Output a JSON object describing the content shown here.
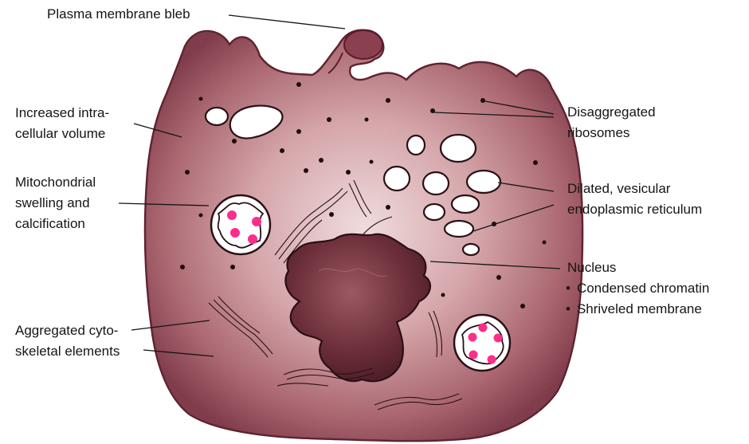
{
  "labels": {
    "bleb": "Plasma membrane bleb",
    "volume_1": "Increased intra-",
    "volume_2": "cellular volume",
    "mito_1": "Mitochondrial",
    "mito_2": "swelling and",
    "mito_3": "calcification",
    "cyto_1": "Aggregated cyto-",
    "cyto_2": "skeletal elements",
    "ribo_1": "Disaggregated",
    "ribo_2": "ribosomes",
    "er_1": "Dilated, vesicular",
    "er_2": "endoplasmic reticulum",
    "nucleus": "Nucleus",
    "nuc_b1": "Condensed chromatin",
    "nuc_b2": "Shriveled membrane"
  },
  "colors": {
    "cytoplasm": "#b5707a",
    "cytoplasm_dark": "#7a3040",
    "nucleus": "#5e2a33",
    "calcium_deposit": "#ff2d8a",
    "ink": "#151515"
  }
}
